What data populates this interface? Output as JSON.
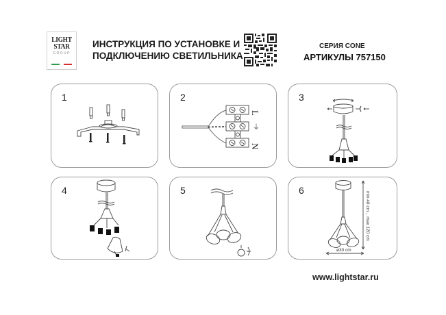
{
  "header": {
    "logo": {
      "line1": "LIGHT",
      "line2": "STAR",
      "line3": "GROUP"
    },
    "title_line1": "ИНСТРУКЦИЯ ПО УСТАНОВКЕ И",
    "title_line2": "ПОДКЛЮЧЕНИЮ СВЕТИЛЬНИКА",
    "qr_code": "qr-code",
    "series": "СЕРИЯ CONE",
    "article": "АРТИКУЛЫ 757150"
  },
  "steps": [
    {
      "number": "1",
      "description": "mounting bracket with dowels and screws"
    },
    {
      "number": "2",
      "description": "terminal block wiring",
      "labels": {
        "live": "L",
        "earth": "⏚",
        "neutral": "N"
      }
    },
    {
      "number": "3",
      "description": "attach canopy to bracket"
    },
    {
      "number": "4",
      "description": "attach shades to sockets"
    },
    {
      "number": "5",
      "description": "install bulbs"
    },
    {
      "number": "6",
      "description": "dimensions",
      "height_label": "min 40 cm... max 120 cm",
      "width_label": "ø30 cm"
    }
  ],
  "footer": {
    "url": "www.lightstar.ru"
  },
  "colors": {
    "line": "#9a9a9a",
    "text": "#1a1a1a",
    "flag_green": "#2e9b4a",
    "flag_red": "#d32f2f"
  }
}
